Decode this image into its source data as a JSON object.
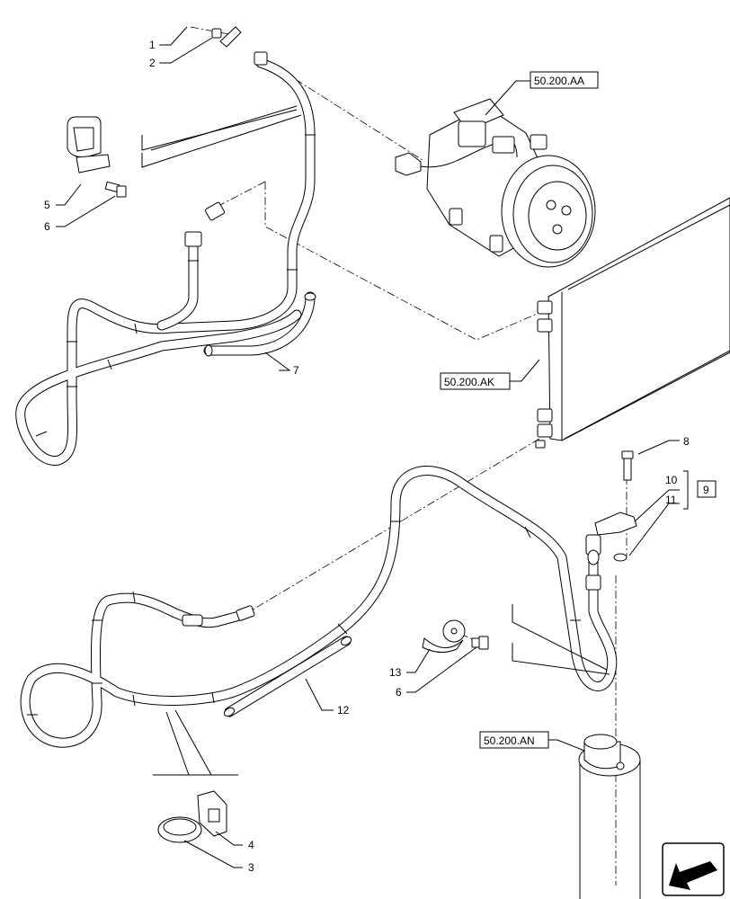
{
  "callouts": {
    "c1": "1",
    "c2": "2",
    "c3": "3",
    "c4": "4",
    "c5": "5",
    "c6a": "6",
    "c6b": "6",
    "c7": "7",
    "c8": "8",
    "c9": "9",
    "c10": "10",
    "c11": "11",
    "c12": "12",
    "c13": "13"
  },
  "references": {
    "compressor": "50.200.AA",
    "condenser": "50.200.AK",
    "receiver_drier": "50.200.AN"
  },
  "icons": {
    "direction": "forward-arrow-icon"
  }
}
